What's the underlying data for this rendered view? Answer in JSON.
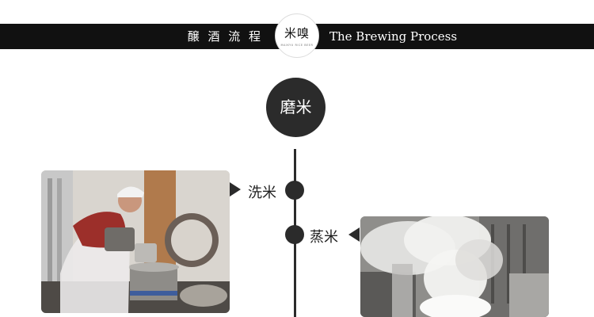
{
  "banner": {
    "left_text": "醸 酒 流 程",
    "right_text": "The Brewing Process",
    "logo_main": "米嗅",
    "logo_sub": "MAIKYU RICE BEER"
  },
  "process": {
    "main_step": "磨米",
    "steps": [
      {
        "label": "洗米"
      },
      {
        "label": "蒸米"
      }
    ]
  },
  "photos": {
    "washing": "photo-washing-rice",
    "steaming": "photo-steaming-rice"
  },
  "colors": {
    "banner": "#111111",
    "accent": "#2b2b2b",
    "background": "#ffffff"
  }
}
